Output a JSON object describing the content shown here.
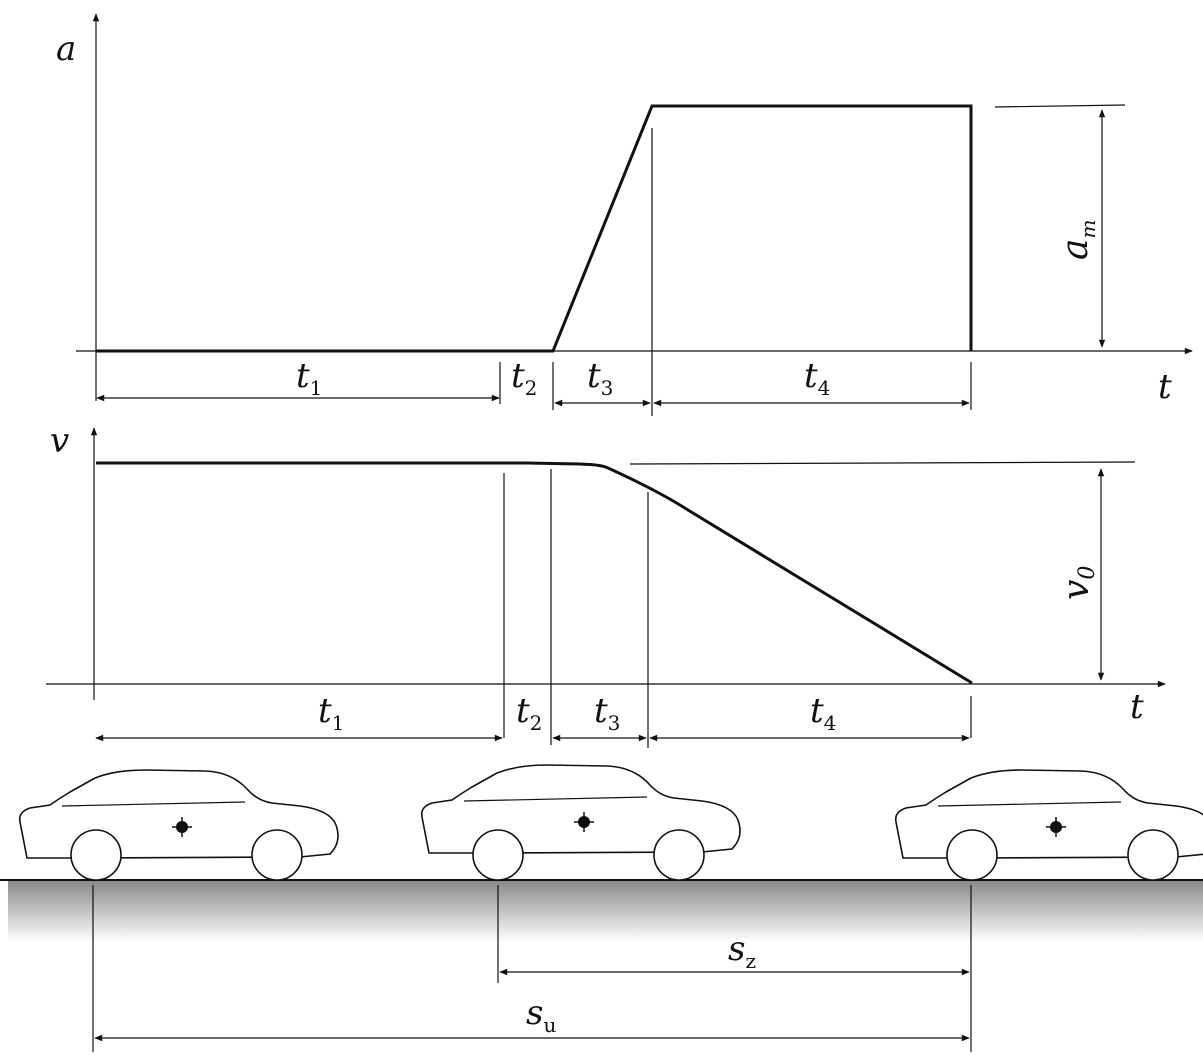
{
  "accel_graph": {
    "y_axis_label": "a",
    "x_axis_label": "t",
    "height_label": "a",
    "height_label_sub": "m",
    "intervals": [
      {
        "name": "t",
        "sub": "1"
      },
      {
        "name": "t",
        "sub": "2"
      },
      {
        "name": "t",
        "sub": "3"
      },
      {
        "name": "t",
        "sub": "4"
      }
    ]
  },
  "velocity_graph": {
    "y_axis_label": "v",
    "x_axis_label": "t",
    "height_label": "v",
    "height_label_sub": "0",
    "intervals": [
      {
        "name": "t",
        "sub": "1"
      },
      {
        "name": "t",
        "sub": "2"
      },
      {
        "name": "t",
        "sub": "3"
      },
      {
        "name": "t",
        "sub": "4"
      }
    ]
  },
  "distances": {
    "stopping": {
      "name": "s",
      "sub": "z"
    },
    "total": {
      "name": "s",
      "sub": "u"
    }
  },
  "colors": {
    "line": "#111111",
    "road_top": "#888888",
    "road_bottom": "#ffffff"
  }
}
